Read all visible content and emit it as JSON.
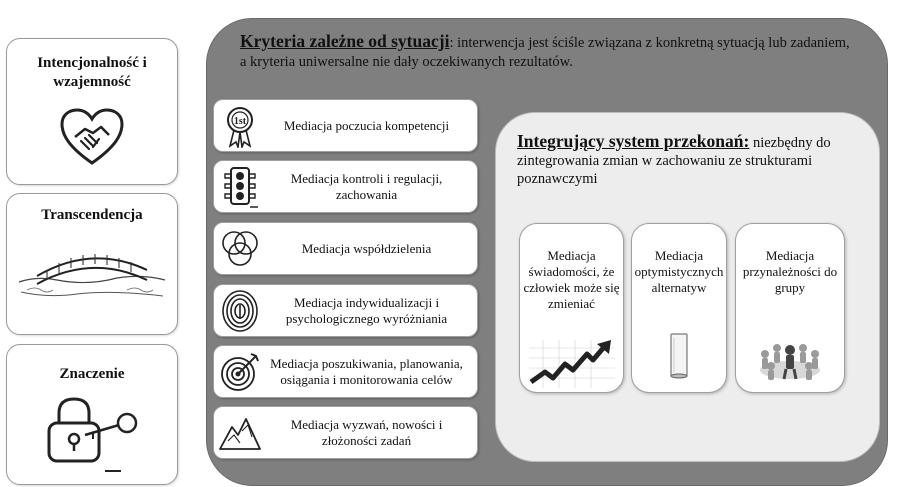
{
  "left_cards": [
    {
      "title": "Intencjonalność i wzajemność",
      "icon": "heart-handshake-icon"
    },
    {
      "title": "Transcendencja",
      "icon": "bridge-icon"
    },
    {
      "title": "Znaczenie",
      "icon": "padlock-key-icon"
    }
  ],
  "situational": {
    "heading": "Kryteria zależne od sytuacji",
    "description": ": interwencja jest ściśle związana z konkretną sytuacją lub zadaniem,  a kryteria uniwersalne nie dały oczekiwanych rezultatów.",
    "items": [
      {
        "label": "Mediacja poczucia kompetencji",
        "icon": "medal-ribbon-icon"
      },
      {
        "label": "Mediacja kontroli i regulacji, zachowania",
        "icon": "traffic-light-icon"
      },
      {
        "label": "Mediacja współdzielenia",
        "icon": "venn-circles-icon"
      },
      {
        "label": "Mediacja indywidualizacji i psychologicznego wyróżniania",
        "icon": "fingerprint-icon"
      },
      {
        "label": "Mediacja poszukiwania, planowania, osiągania i monitorowania celów",
        "icon": "target-icon"
      },
      {
        "label": "Mediacja wyzwań, nowości i złożoności zadań",
        "icon": "mountain-icon"
      }
    ]
  },
  "integrating": {
    "heading": "Integrujący system przekonań:",
    "description": " niezbędny do zintegrowania zmian w zachowaniu ze strukturami poznawczymi",
    "items": [
      {
        "label": "Mediacja świadomości, że człowiek może się zmieniać",
        "icon": "rising-chart-arrow-icon"
      },
      {
        "label": "Mediacja optymistycznych alternatyw",
        "icon": "glass-cylinder-icon"
      },
      {
        "label": "Mediacja przynależności do grupy",
        "icon": "people-circle-icon"
      }
    ]
  }
}
